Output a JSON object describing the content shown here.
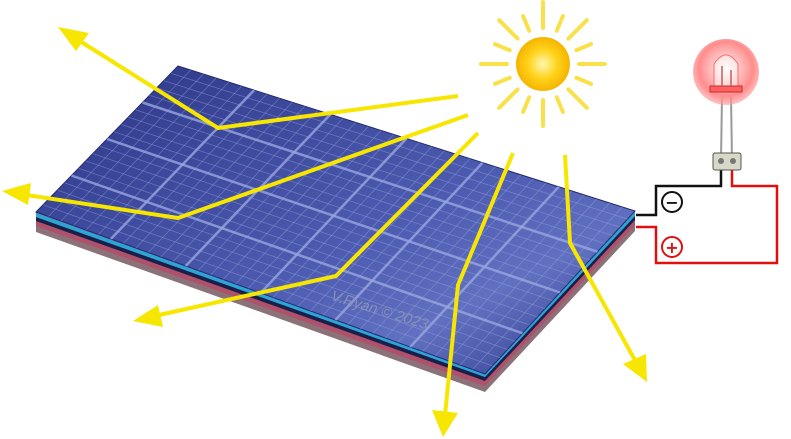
{
  "diagram": {
    "watermark": "V.Ryan © 2023",
    "terminals": {
      "negative_symbol": "−",
      "positive_symbol": "+"
    },
    "icons": [
      "sun-icon",
      "led-bulb-icon",
      "solar-panel",
      "ray-arrow"
    ],
    "colors": {
      "panel_top": "#3d4aa0",
      "panel_edge_blue": "#2aa5d8",
      "panel_edge_red": "#b0506a",
      "rays": "#f6e600",
      "sun_core": "#ffd21a",
      "wire_negative": "#111111",
      "wire_positive": "#e01010",
      "led_glow": "#ff9a9a"
    }
  }
}
